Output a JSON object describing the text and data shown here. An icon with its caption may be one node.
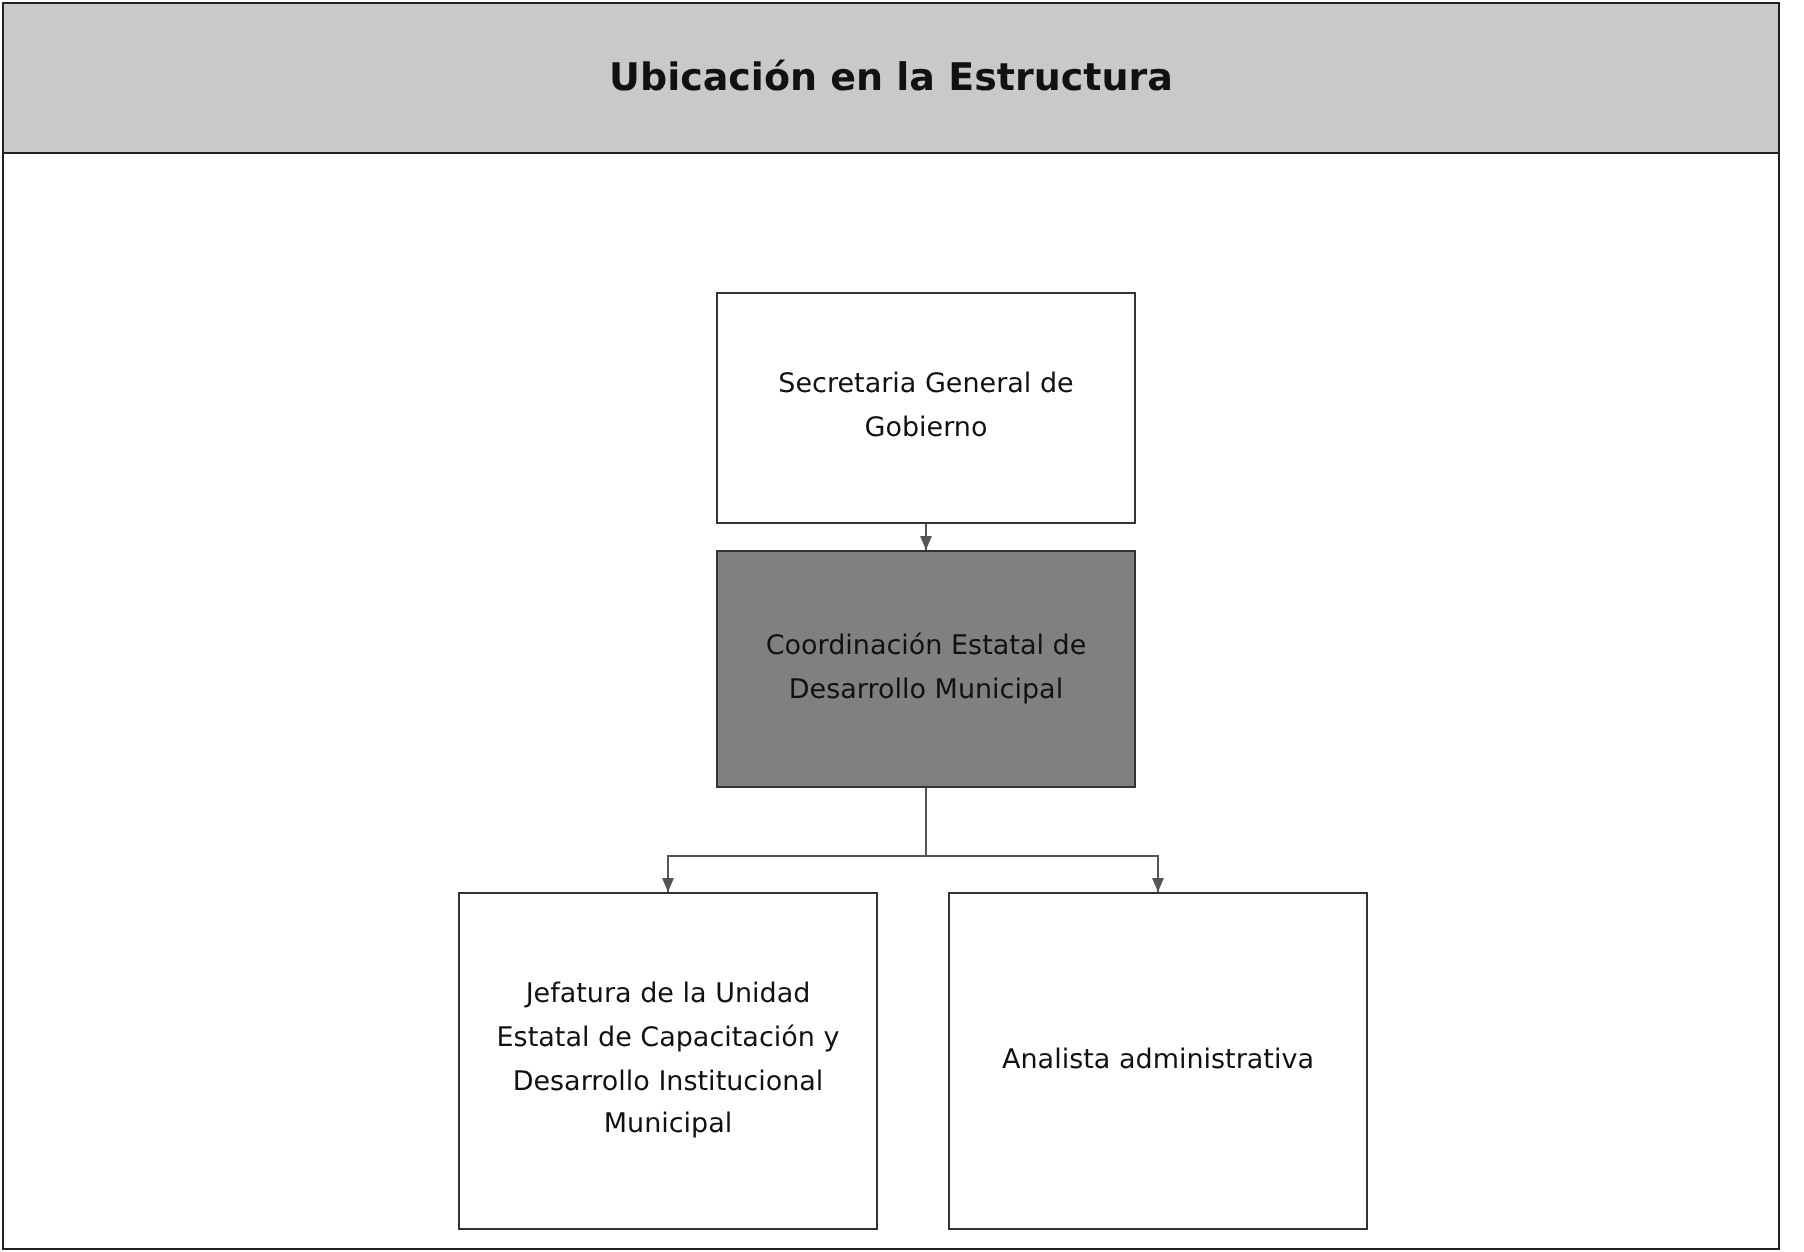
{
  "diagram": {
    "title": "Ubicación en la Estructura",
    "nodes": [
      {
        "text": [
          "Secretaria General de Gobierno"
        ]
      },
      {
        "text": [
          "Coordinación Estatal de Desarrollo Municipal"
        ]
      },
      {
        "text": [
          "Jefatura de la Unidad Estatal de Capacitación y Desarrollo Institucional Municipal"
        ]
      },
      {
        "text": [
          "Analista administrativa"
        ]
      }
    ],
    "edges": [
      {
        "from": 0,
        "to": 1,
        "arrow": "to"
      },
      {
        "from": 1,
        "to": 2,
        "arrow": "to"
      },
      {
        "from": 1,
        "to": 3,
        "arrow": "to"
      }
    ]
  }
}
